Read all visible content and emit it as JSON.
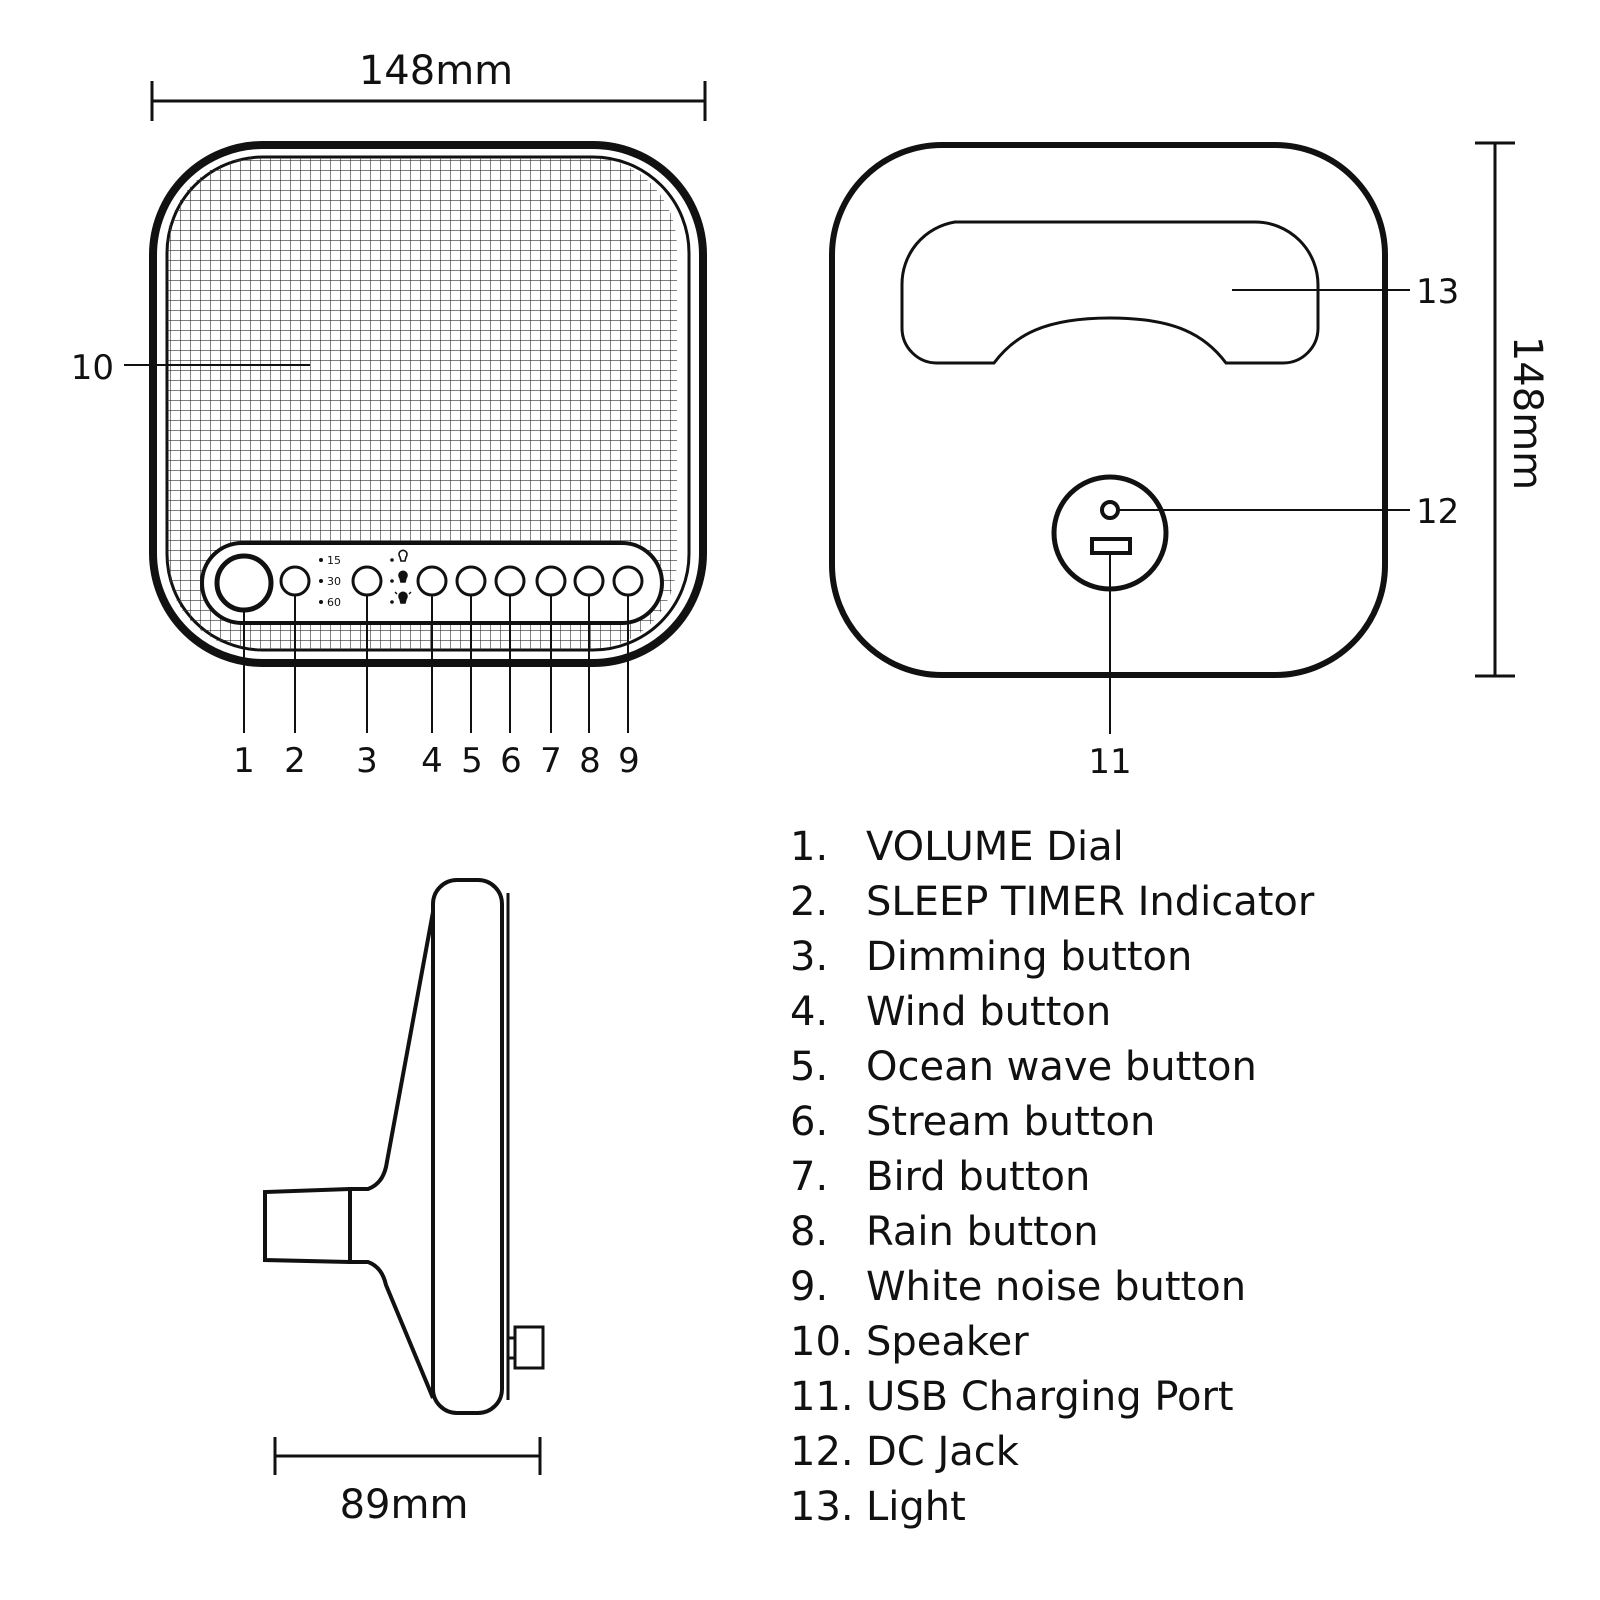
{
  "dimensions": {
    "front_width": "148mm",
    "back_height": "148mm",
    "side_depth": "89mm"
  },
  "front_view": {
    "callout_numbers": [
      "1",
      "2",
      "3",
      "4",
      "5",
      "6",
      "7",
      "8",
      "9"
    ],
    "speaker_callout": "10",
    "timer_marks": [
      "15",
      "30",
      "60"
    ]
  },
  "back_view": {
    "callout_light": "13",
    "callout_dc": "12",
    "callout_usb": "11"
  },
  "legend": [
    {
      "num": "1.",
      "text": "VOLUME Dial"
    },
    {
      "num": "2.",
      "text": "SLEEP TIMER Indicator"
    },
    {
      "num": "3.",
      "text": "Dimming button"
    },
    {
      "num": "4.",
      "text": "Wind button"
    },
    {
      "num": "5.",
      "text": "Ocean wave button"
    },
    {
      "num": "6.",
      "text": "Stream button"
    },
    {
      "num": "7.",
      "text": "Bird button"
    },
    {
      "num": "8.",
      "text": "Rain button"
    },
    {
      "num": "9.",
      "text": "White noise button"
    },
    {
      "num": "10.",
      "text": "Speaker"
    },
    {
      "num": "11.",
      "text": "USB Charging Port"
    },
    {
      "num": "12.",
      "text": "DC Jack"
    },
    {
      "num": "13.",
      "text": "Light"
    }
  ]
}
